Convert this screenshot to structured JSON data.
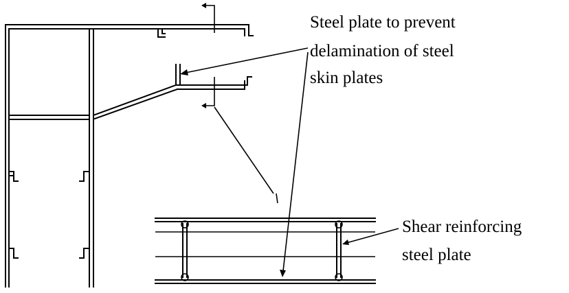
{
  "labels": {
    "delamination_line1": "Steel plate to prevent",
    "delamination_line2": "delamination of steel",
    "delamination_line3": "skin plates",
    "shear_line1": "Shear reinforcing",
    "shear_line2": "steel plate"
  },
  "icons": [
    "arrowhead"
  ]
}
